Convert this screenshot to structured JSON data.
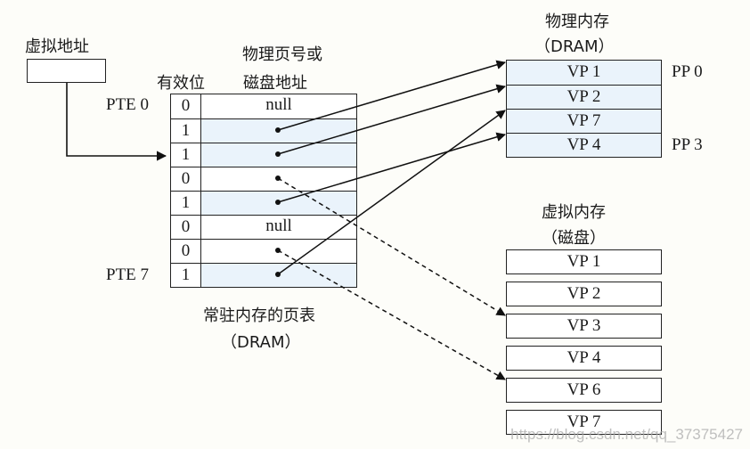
{
  "virtual_address": {
    "label": "虚拟地址"
  },
  "page_table": {
    "header_valid": "有效位",
    "header_addr_line1": "物理页号或",
    "header_addr_line2": "磁盘地址",
    "first_label": "PTE 0",
    "last_label": "PTE 7",
    "caption_line1": "常驻内存的页表",
    "caption_line2": "（DRAM）",
    "rows": [
      {
        "valid": "0",
        "addr": "null",
        "pointer": "none"
      },
      {
        "valid": "1",
        "addr": "",
        "pointer": "physical"
      },
      {
        "valid": "1",
        "addr": "",
        "pointer": "physical"
      },
      {
        "valid": "0",
        "addr": "",
        "pointer": "disk"
      },
      {
        "valid": "1",
        "addr": "",
        "pointer": "physical"
      },
      {
        "valid": "0",
        "addr": "null",
        "pointer": "none"
      },
      {
        "valid": "0",
        "addr": "",
        "pointer": "disk"
      },
      {
        "valid": "1",
        "addr": "",
        "pointer": "physical"
      }
    ]
  },
  "physical_memory": {
    "title_line1": "物理内存",
    "title_line2": "（DRAM）",
    "pages": [
      "VP 1",
      "VP 2",
      "VP 7",
      "VP 4"
    ],
    "first_page_label": "PP 0",
    "last_page_label": "PP 3"
  },
  "virtual_memory": {
    "title_line1": "虚拟内存",
    "title_line2": "（磁盘）",
    "pages": [
      "VP 1",
      "VP 2",
      "VP 3",
      "VP 4",
      "VP 6",
      "VP 7"
    ]
  },
  "mappings": [
    {
      "pte": 1,
      "target": "physical",
      "index": 0
    },
    {
      "pte": 2,
      "target": "physical",
      "index": 1
    },
    {
      "pte": 4,
      "target": "physical",
      "index": 3
    },
    {
      "pte": 7,
      "target": "physical",
      "index": 2
    },
    {
      "pte": 3,
      "target": "disk",
      "index": 2
    },
    {
      "pte": 6,
      "target": "disk",
      "index": 4
    }
  ],
  "virtual_address_points_to_pte": 2,
  "watermark": "https://blog.csdn.net/qq_37375427"
}
